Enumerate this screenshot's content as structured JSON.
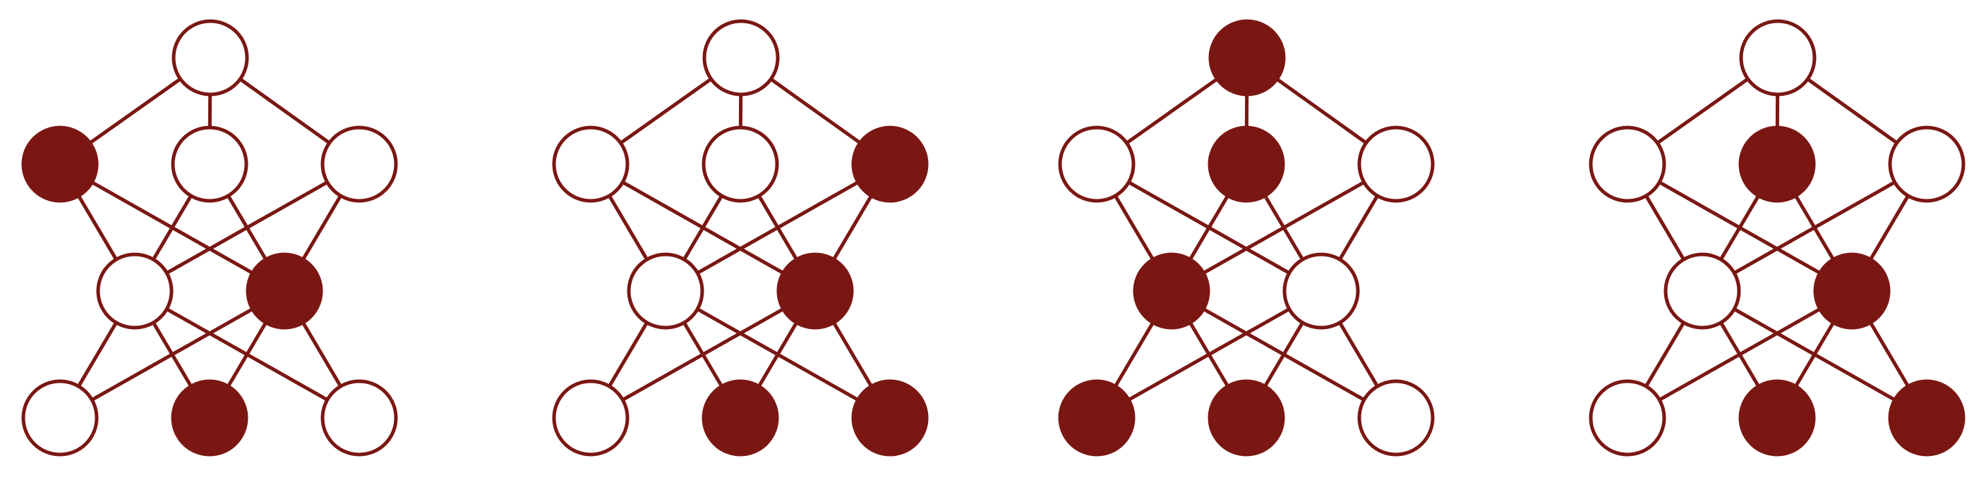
{
  "colors": {
    "stroke": "#7a1713",
    "filled": "#7a1713",
    "empty": "#ffffff",
    "background": "#ffffff"
  },
  "graph": {
    "nodes": [
      "top",
      "mid-left",
      "mid-center",
      "mid-right",
      "inner-left",
      "inner-right",
      "bottom-left",
      "bottom-center",
      "bottom-right"
    ],
    "edges": [
      [
        "top",
        "mid-left"
      ],
      [
        "top",
        "mid-center"
      ],
      [
        "top",
        "mid-right"
      ],
      [
        "mid-left",
        "inner-left"
      ],
      [
        "mid-left",
        "inner-right"
      ],
      [
        "mid-center",
        "inner-left"
      ],
      [
        "mid-center",
        "inner-right"
      ],
      [
        "mid-right",
        "inner-left"
      ],
      [
        "mid-right",
        "inner-right"
      ],
      [
        "inner-left",
        "bottom-left"
      ],
      [
        "inner-left",
        "bottom-center"
      ],
      [
        "inner-left",
        "bottom-right"
      ],
      [
        "inner-right",
        "bottom-left"
      ],
      [
        "inner-right",
        "bottom-center"
      ],
      [
        "inner-right",
        "bottom-right"
      ]
    ]
  },
  "panels": [
    {
      "filled": [
        "mid-left",
        "inner-right",
        "bottom-center"
      ]
    },
    {
      "filled": [
        "mid-right",
        "inner-right",
        "bottom-center",
        "bottom-right"
      ]
    },
    {
      "filled": [
        "top",
        "mid-center",
        "inner-left",
        "bottom-left",
        "bottom-center"
      ]
    },
    {
      "filled": [
        "mid-center",
        "inner-right",
        "bottom-center",
        "bottom-right"
      ]
    }
  ]
}
